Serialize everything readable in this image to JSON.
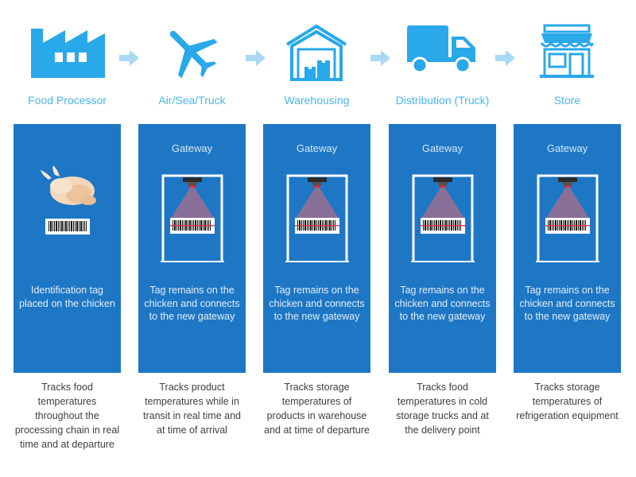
{
  "stages": [
    {
      "title": "Food Processor",
      "icon": "factory-icon",
      "panel_text": "Identification tag placed on the chicken",
      "description": "Tracks food temperatures throughout the processing chain in real time and at departure"
    },
    {
      "title": "Air/Sea/Truck",
      "icon": "airplane-icon",
      "gateway_label": "Gateway",
      "panel_text": "Tag remains on the chicken and connects to the new gateway",
      "description": "Tracks product temperatures while in transit in real time and at time of arrival"
    },
    {
      "title": "Warehousing",
      "icon": "warehouse-icon",
      "gateway_label": "Gateway",
      "panel_text": "Tag remains on the chicken and connects to the new gateway",
      "description": "Tracks storage temperatures of products in warehouse and at time of departure"
    },
    {
      "title": "Distribution (Truck)",
      "icon": "truck-icon",
      "gateway_label": "Gateway",
      "panel_text": "Tag remains on the chicken and connects to the new gateway",
      "description": "Tracks food temperatures in cold storage trucks and at the delivery point"
    },
    {
      "title": "Store",
      "icon": "store-icon",
      "gateway_label": "Gateway",
      "panel_text": "Tag remains on the chicken and connects to the new gateway",
      "description": "Tracks storage temperatures of refrigeration equipment"
    }
  ],
  "colors": {
    "icon_blue": "#29a8ea",
    "panel_blue": "#1e77c5",
    "title_blue": "#48b7ec",
    "arrow_blue": "#a9d9f4"
  }
}
